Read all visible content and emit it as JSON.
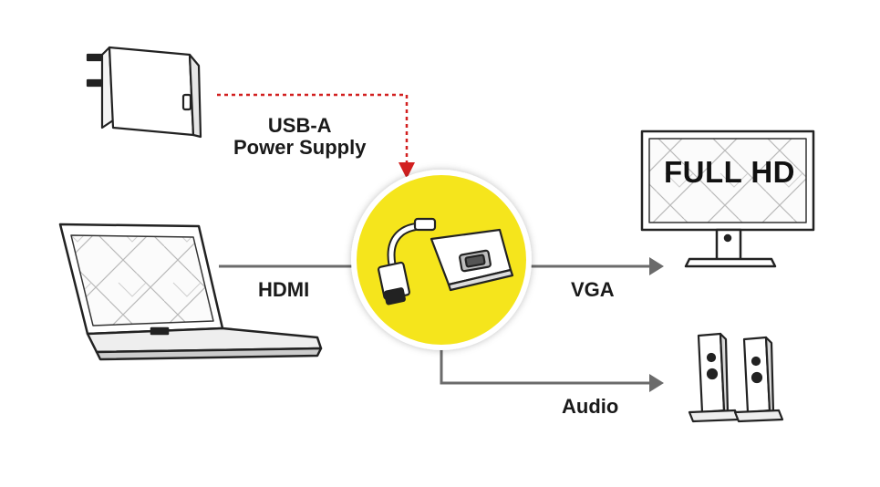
{
  "diagram": {
    "labels": {
      "usb_line1": "USB-A",
      "usb_line2": "Power Supply",
      "hdmi": "HDMI",
      "vga": "VGA",
      "audio": "Audio",
      "monitor_text": "FULL HD"
    },
    "colors": {
      "highlight": "#f5e51c",
      "power_line": "#d21f1f",
      "connector_line": "#6b6b6b",
      "device_stroke": "#222222"
    },
    "icons": [
      "power-adapter-icon",
      "laptop-icon",
      "hdmi-vga-adapter-icon",
      "monitor-icon",
      "speakers-icon"
    ]
  }
}
